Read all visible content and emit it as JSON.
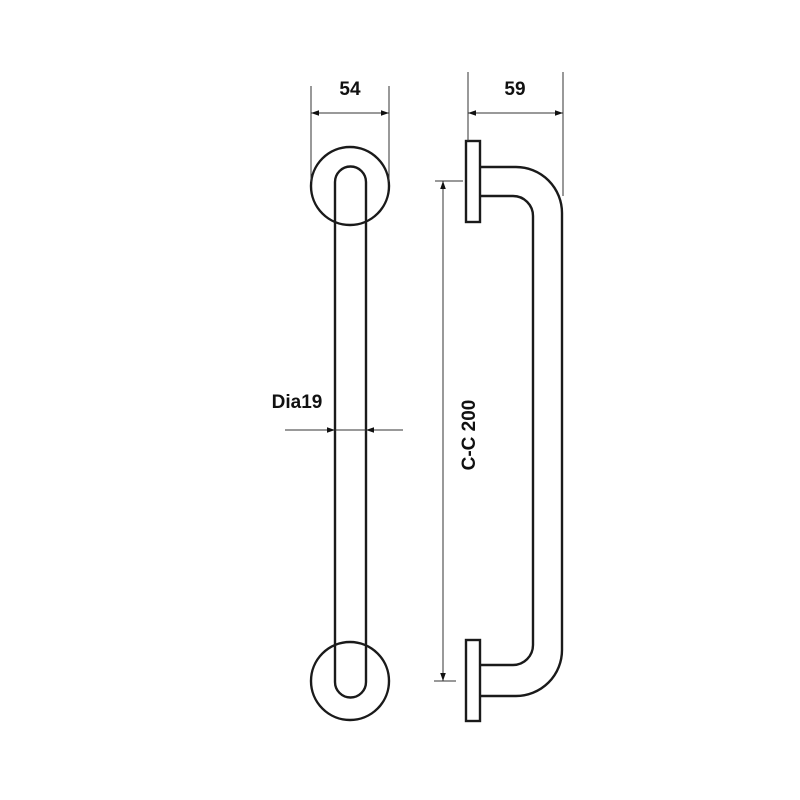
{
  "drawing": {
    "dimensions": {
      "rose_diameter": "54",
      "projection": "59",
      "bar_diameter": "Dia19",
      "center_to_center": "C-C 200"
    },
    "colors": {
      "line": "#1a1a1a",
      "background": "#ffffff"
    }
  }
}
